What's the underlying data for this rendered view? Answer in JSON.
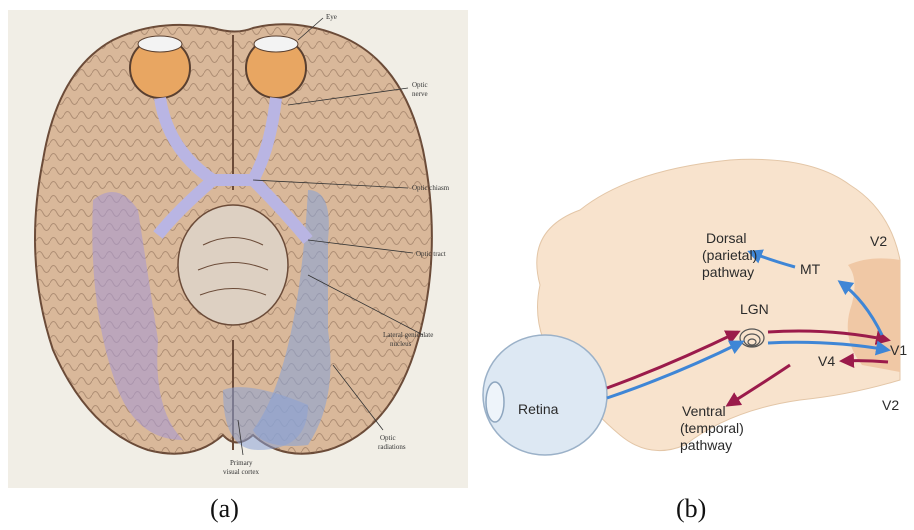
{
  "panel_a": {
    "caption": "(a)",
    "labels": {
      "eye": "Eye",
      "optic_nerve": [
        "Optic",
        "nerve"
      ],
      "optic_chiasm": "Optic chiasm",
      "optic_tract": "Optic tract",
      "lgn": [
        "Lateral geniculate",
        "nucleus"
      ],
      "optic_radiations": [
        "Optic",
        "radiations"
      ],
      "primary_visual_cortex": [
        "Primary",
        "visual cortex"
      ]
    }
  },
  "panel_b": {
    "caption": "(b)",
    "labels": {
      "dorsal": [
        "Dorsal",
        "(parietal)",
        "pathway"
      ],
      "ventral": [
        "Ventral",
        "(temporal)",
        "pathway"
      ],
      "retina": "Retina",
      "lgn": "LGN",
      "mt": "MT",
      "v1": "V1",
      "v2_top": "V2",
      "v2_bottom": "V2",
      "v4": "V4"
    },
    "colors": {
      "red_pathway": "#9b1b4b",
      "blue_pathway": "#3f86d6",
      "brain_fill": "#f8e3cd",
      "eye_fill": "#dde8f3"
    }
  }
}
